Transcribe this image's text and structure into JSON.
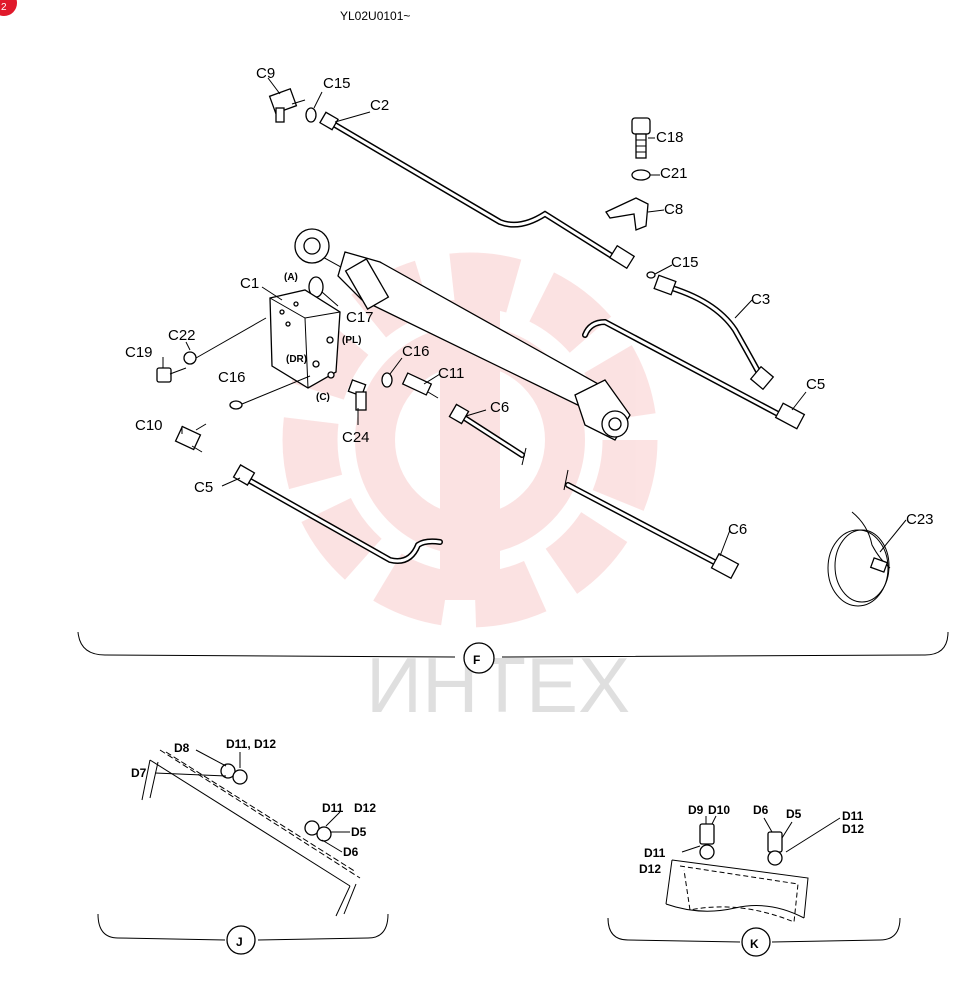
{
  "header": {
    "serial": "YL02U0101~",
    "badge": "2"
  },
  "watermark": {
    "text": "ИНТЕХ"
  },
  "sections": {
    "F": {
      "label": "F"
    },
    "J": {
      "label": "J"
    },
    "K": {
      "label": "K"
    }
  },
  "callouts_f": {
    "c9": "C9",
    "c15a": "C15",
    "c2": "C2",
    "c18": "C18",
    "c21": "C21",
    "c8": "C8",
    "c15b": "C15",
    "c3": "C3",
    "c5a": "C5",
    "c1": "C1",
    "a": "(A)",
    "c17": "C17",
    "pl": "(PL)",
    "dr": "(DR)",
    "c": "(C)",
    "c22": "C22",
    "c19": "C19",
    "c16a": "C16",
    "c16b": "C16",
    "c11": "C11",
    "c24": "C24",
    "c10": "C10",
    "c6a": "C6",
    "c5b": "C5",
    "c6b": "C6",
    "c23": "C23"
  },
  "callouts_j": {
    "d8": "D8",
    "d11_d12a": "D11, D12",
    "d7": "D7",
    "d11": "D11",
    "d12": "D12",
    "d5": "D5",
    "d6": "D6"
  },
  "callouts_k": {
    "d9": "D9",
    "d10": "D10",
    "d6": "D6",
    "d5": "D5",
    "d11a": "D11",
    "d12a": "D12",
    "d11b": "D11",
    "d12b": "D12"
  },
  "colors": {
    "ink": "#000000",
    "badge": "#e0192b",
    "watermark_red": "#f08080",
    "watermark_gray": "#9a9a9a"
  }
}
